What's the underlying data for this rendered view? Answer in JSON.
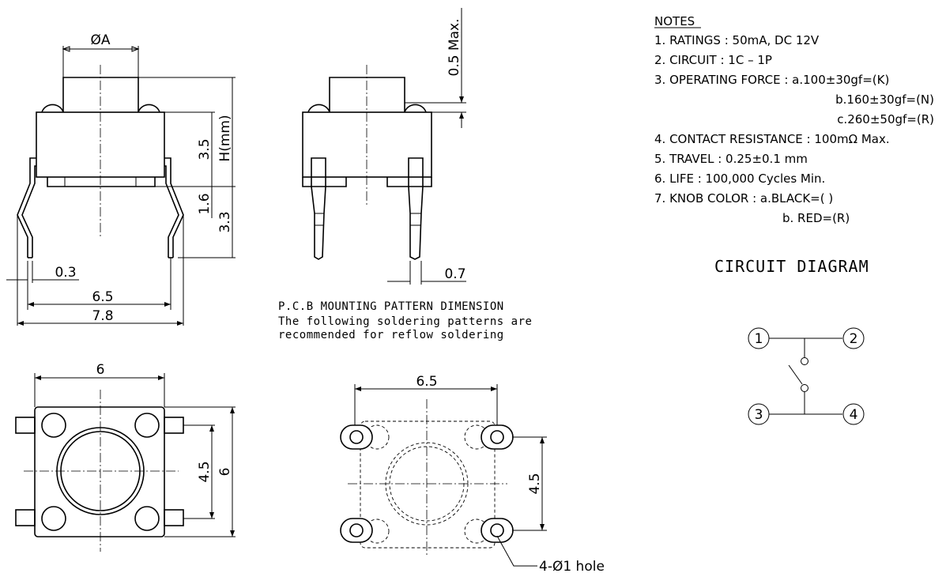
{
  "dims": {
    "phiA": "ØA",
    "d05max": "0.5 Max.",
    "d35": "3.5",
    "hmm": "H(mm)",
    "d16": "1.6",
    "d33": "3.3",
    "d03": "0.3",
    "d65_side": "6.5",
    "d78": "7.8",
    "d07": "0.7",
    "d6_top": "6",
    "d45_top": "4.5",
    "d6_right": "6",
    "d65_pcb": "6.5",
    "d45_pcb": "4.5",
    "hole": "4-Ø1 hole"
  },
  "pcb": {
    "title": "P.C.B MOUNTING PATTERN DIMENSION",
    "line1": "The following soldering patterns are",
    "line2": "recommended for reflow soldering"
  },
  "notes": {
    "heading": "NOTES",
    "n1": "1.  RATINGS : 50mA, DC 12V",
    "n2": "2.  CIRCUIT : 1C – 1P",
    "n3": "3.  OPERATING FORCE : a.100±30gf=(K)",
    "n3b": "b.160±30gf=(N)",
    "n3c": "c.260±50gf=(R)",
    "n4": "4.  CONTACT RESISTANCE : 100mΩ Max.",
    "n5": "5.  TRAVEL : 0.25±0.1 mm",
    "n6": "6.  LIFE : 100,000 Cycles Min.",
    "n7": "7.  KNOB COLOR : a.BLACK=( )",
    "n7b": "b. RED=(R)"
  },
  "circuit": {
    "title": "CIRCUIT  DIAGRAM",
    "p1": "1",
    "p2": "2",
    "p3": "3",
    "p4": "4"
  }
}
